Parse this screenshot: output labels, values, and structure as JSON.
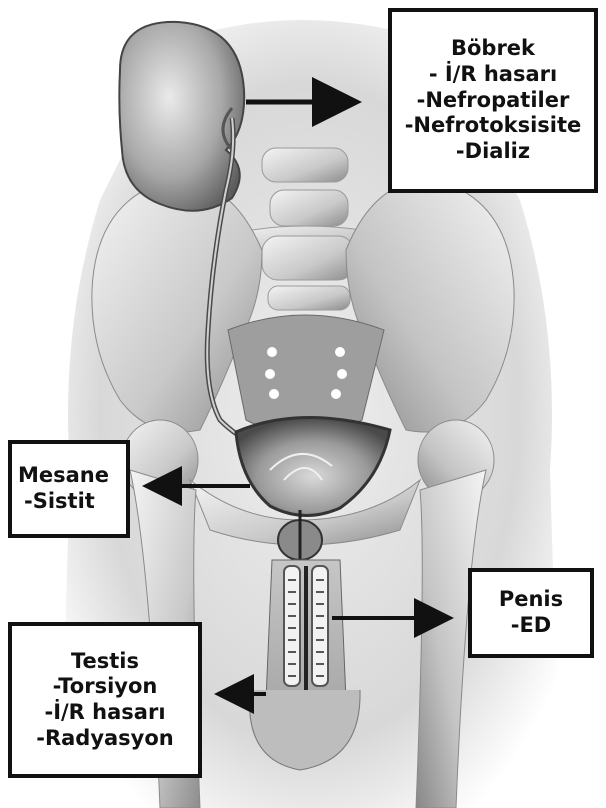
{
  "labels": {
    "kidney": {
      "title": "Böbrek",
      "items": [
        "- İ/R hasarı",
        "-Nefropatiler",
        "-Nefrotoksisite",
        "-Dializ"
      ]
    },
    "bladder": {
      "title": "Mesane",
      "items": [
        "-Sistit"
      ]
    },
    "penis": {
      "title": "Penis",
      "items": [
        "-ED"
      ]
    },
    "testis": {
      "title": "Testis",
      "items": [
        "-Torsiyon",
        "-İ/R hasarı",
        "-Radyasyon"
      ]
    }
  },
  "colors": {
    "box_border": "#111111",
    "arrow": "#111111",
    "background": "#ffffff"
  }
}
